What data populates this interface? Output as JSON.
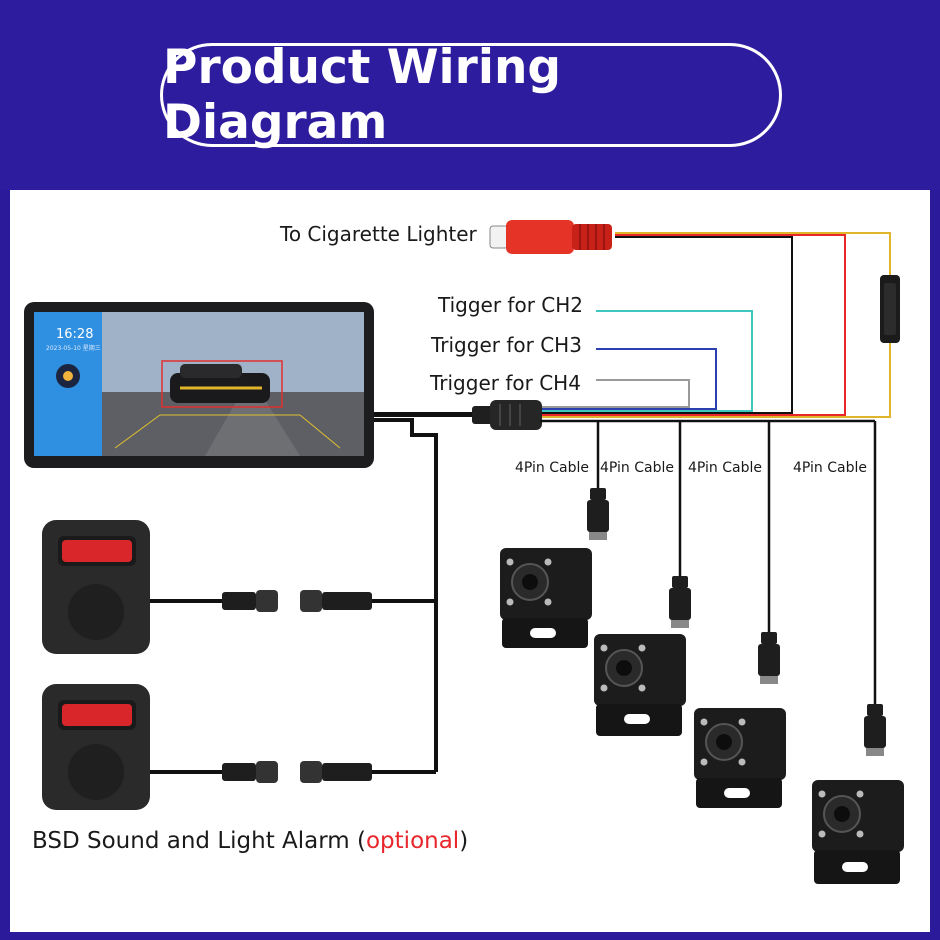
{
  "header": {
    "title": "Product Wiring Diagram"
  },
  "labels": {
    "cigarette": "To Cigarette Lighter",
    "trigger_ch2": "Tigger for CH2",
    "trigger_ch3": "Trigger for CH3",
    "trigger_ch4": "Trigger for CH4",
    "cables": [
      "4Pin Cable",
      "4Pin Cable",
      "4Pin Cable",
      "4Pin Cable"
    ],
    "alarm_prefix": "BSD Sound and Light Alarm (",
    "alarm_optional": "optional",
    "alarm_suffix": ")"
  },
  "monitor": {
    "time": "16:28",
    "date": "2023-05-10 星期三"
  },
  "colors": {
    "header_bg": "#2e1c9e",
    "wire_red": "#e8262b",
    "wire_yellow": "#e0b52a",
    "wire_cyan": "#3ec6c0",
    "wire_blue": "#2c3fb0",
    "wire_gray": "#9a9a9a",
    "wire_black": "#111111",
    "optional_text": "#e8262b"
  },
  "icons": [
    "cigarette-plug-icon",
    "fuse-holder-icon",
    "monitor-icon",
    "camera-icon",
    "alarm-speaker-icon",
    "aviation-connector-icon"
  ]
}
